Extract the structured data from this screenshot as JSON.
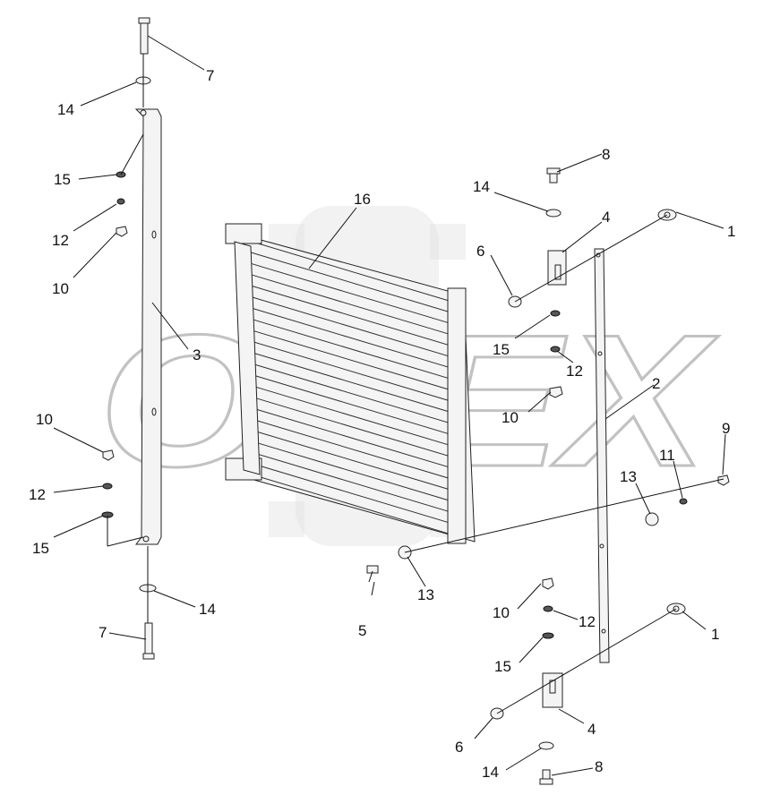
{
  "watermark": "OPEX",
  "callouts": [
    {
      "id": "c7a",
      "text": "7"
    },
    {
      "id": "c14a",
      "text": "14"
    },
    {
      "id": "c15a",
      "text": "15"
    },
    {
      "id": "c12a",
      "text": "12"
    },
    {
      "id": "c10a",
      "text": "10"
    },
    {
      "id": "c3",
      "text": "3"
    },
    {
      "id": "c10b",
      "text": "10"
    },
    {
      "id": "c12b",
      "text": "12"
    },
    {
      "id": "c15b",
      "text": "15"
    },
    {
      "id": "c14b",
      "text": "14"
    },
    {
      "id": "c7b",
      "text": "7"
    },
    {
      "id": "c16",
      "text": "16"
    },
    {
      "id": "c6a",
      "text": "6"
    },
    {
      "id": "c5",
      "text": "5"
    },
    {
      "id": "c13a",
      "text": "13"
    },
    {
      "id": "c8a",
      "text": "8"
    },
    {
      "id": "c14c",
      "text": "14"
    },
    {
      "id": "c4a",
      "text": "4"
    },
    {
      "id": "c15c",
      "text": "15"
    },
    {
      "id": "c12c",
      "text": "12"
    },
    {
      "id": "c10c",
      "text": "10"
    },
    {
      "id": "c1a",
      "text": "1"
    },
    {
      "id": "c2",
      "text": "2"
    },
    {
      "id": "c9",
      "text": "9"
    },
    {
      "id": "c11",
      "text": "11"
    },
    {
      "id": "c13b",
      "text": "13"
    },
    {
      "id": "c10d",
      "text": "10"
    },
    {
      "id": "c12d",
      "text": "12"
    },
    {
      "id": "c15d",
      "text": "15"
    },
    {
      "id": "c1b",
      "text": "1"
    },
    {
      "id": "c4b",
      "text": "4"
    },
    {
      "id": "c6b",
      "text": "6"
    },
    {
      "id": "c14d",
      "text": "14"
    },
    {
      "id": "c8b",
      "text": "8"
    }
  ]
}
